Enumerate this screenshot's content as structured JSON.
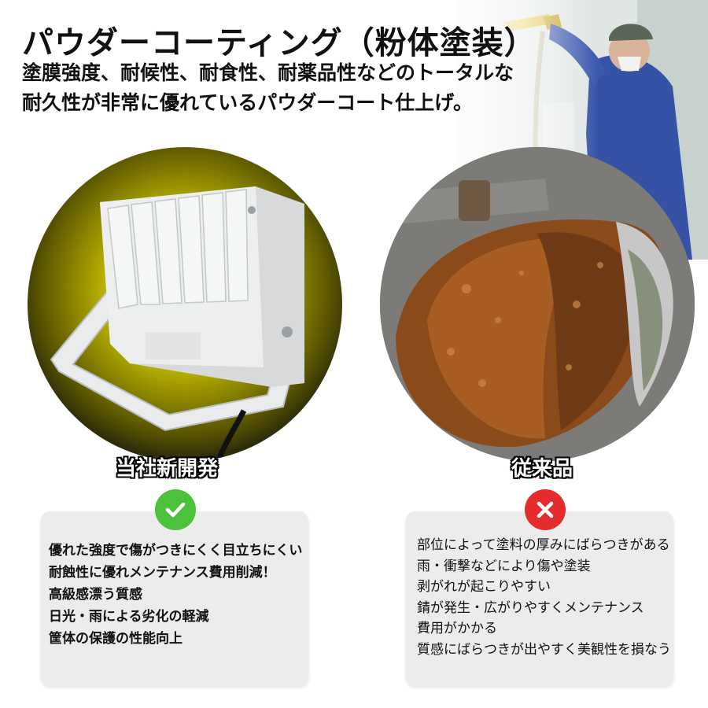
{
  "header": {
    "title": "パウダーコーティング（粉体塗装）",
    "subtitle_line1": "塗膜強度、耐候性、耐食性、耐薬品性などのトータルな",
    "subtitle_line2": "耐久性が非常に優れているパウダーコート仕上げ。"
  },
  "colors": {
    "ok_green": "#4cc23c",
    "ng_red": "#e52c2c",
    "card_bg": "#ececec",
    "glow_yellow": "#f4ee00",
    "rust": "#8a4a1a"
  },
  "left": {
    "caption": "当社新開発",
    "badge_icon": "check-icon",
    "points": [
      "優れた強度で傷がつきにくく目立ちにくい",
      "耐蝕性に優れメンテナンス費用削減！",
      "高級感漂う質感",
      "日光・雨による劣化の軽減",
      "筐体の保護の性能向上"
    ]
  },
  "right": {
    "caption": "従来品",
    "badge_icon": "cross-icon",
    "points": [
      "部位によって塗料の厚みにばらつきがある",
      "雨・衝撃などにより傷や塗装",
      "剥がれが起こりやすい",
      "錆が発生・広がりやすくメンテナンス",
      "費用がかかる",
      "質感にばらつきが出やすく美観性を損なう"
    ]
  }
}
